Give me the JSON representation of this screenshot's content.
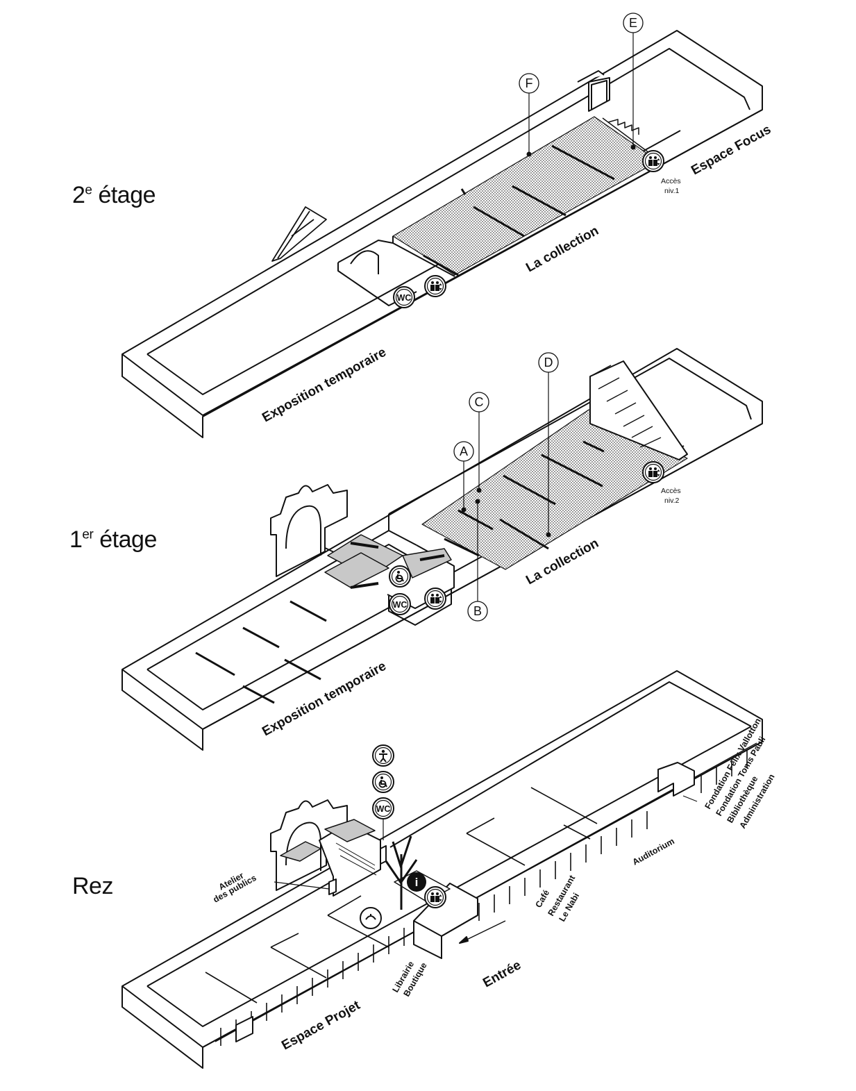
{
  "floors": {
    "second": {
      "title": "2",
      "sup": "e",
      "rest": " étage"
    },
    "first": {
      "title": "1",
      "sup": "er",
      "rest": " étage"
    },
    "ground": {
      "title": "Rez"
    }
  },
  "second_floor": {
    "exposition": "Exposition temporaire",
    "collection": "La collection",
    "focus": "Espace Focus",
    "acces_line1": "Accès",
    "acces_line2": "niv.1",
    "markers": [
      "E",
      "F"
    ],
    "wc": "WC"
  },
  "first_floor": {
    "exposition": "Exposition temporaire",
    "collection": "La collection",
    "acces_line1": "Accès",
    "acces_line2": "niv.2",
    "markers": [
      "A",
      "B",
      "C",
      "D"
    ],
    "wc": "WC"
  },
  "ground_floor": {
    "atelier_line1": "Atelier",
    "atelier_line2": "des publics",
    "espace_projet": "Espace Projet",
    "librairie": "Librairie",
    "boutique": "Boutique",
    "entree": "Entrée",
    "cafe": "Café",
    "restaurant": "Restaurant",
    "le_nabi": "Le Nabi",
    "auditorium": "Auditorium",
    "fondation_vallotton": "Fondation Félix Vallotton",
    "fondation_pauli": "Fondation Toms Pauli",
    "bibliotheque": "Bibliothèque",
    "administration": "Administration",
    "info": "i",
    "wc": "WC"
  },
  "icons": [
    "wc-icon",
    "elevator-icon",
    "wheelchair-icon",
    "baby-change-icon",
    "info-icon",
    "cloakroom-icon",
    "stairs-icon",
    "arch-gate-icon"
  ],
  "colors": {
    "ink": "#111111",
    "stipple": "#bdbdbd",
    "paper": "#ffffff",
    "grey_stair": "#c8c8c8"
  }
}
